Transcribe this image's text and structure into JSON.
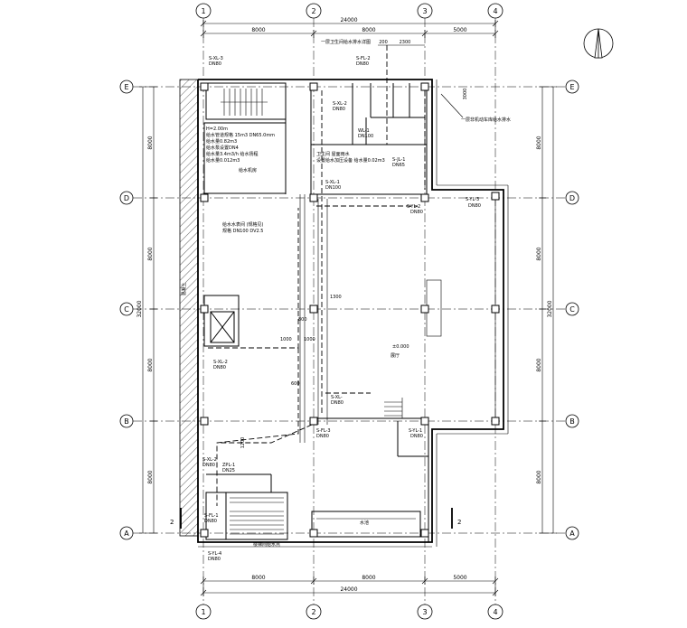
{
  "grid": {
    "columns": [
      "1",
      "2",
      "3",
      "4"
    ],
    "rows": [
      "E",
      "D",
      "C",
      "B",
      "A"
    ]
  },
  "dimensions": {
    "top_total": "24000",
    "top_spans": [
      "8000",
      "8000",
      "5000"
    ],
    "bottom_total": "24000",
    "bottom_spans": [
      "8000",
      "8000",
      "5000"
    ],
    "left_total": "32000",
    "left_spans": [
      "8000",
      "8000",
      "8000",
      "8000"
    ],
    "right_total": "32000",
    "right_spans": [
      "8000",
      "8000",
      "8000",
      "8000"
    ],
    "top_small": [
      "200",
      "2300"
    ],
    "right_small": "3000",
    "inner": [
      "1000",
      "1000",
      "600",
      "1200",
      "1300",
      "800"
    ]
  },
  "pipe_labels": {
    "sxl3": {
      "name": "S-XL-3",
      "dn": "DN80"
    },
    "sfl2": {
      "name": "S-FL-2",
      "dn": "DN80"
    },
    "sxl2_top": {
      "name": "S-XL-2",
      "dn": "DN80"
    },
    "wl1": {
      "name": "WL-1",
      "dn": "DN100"
    },
    "sjl1": {
      "name": "S-JL-1",
      "dn": "DN65"
    },
    "sxl1_mid": {
      "name": "S-XL-1",
      "dn": "DN100"
    },
    "syl2": {
      "name": "S-YL-2",
      "dn": "DN80"
    },
    "syl3_r": {
      "name": "S-YL-3",
      "dn": "DN80"
    },
    "sxl2_left": {
      "name": "S-XL-2",
      "dn": "DN80"
    },
    "sxl_c": {
      "name": "S-XL-",
      "dn": "DN80"
    },
    "sfl3": {
      "name": "S-FL-3",
      "dn": "DN80"
    },
    "syl1": {
      "name": "S-YL-1",
      "dn": "DN80"
    },
    "sxl2_bl": {
      "name": "S-XL-2",
      "dn": "DN80"
    },
    "zpl1": {
      "name": "ZPL-1",
      "dn": "DN25"
    },
    "sfl1": {
      "name": "S-FL-1",
      "dn": "DN80"
    },
    "syl4": {
      "name": "S-YL-4",
      "dn": "DN80"
    }
  },
  "notes": {
    "top_center": "一层卫生间给水排水详图",
    "top_right": "一层非机动车库给水排水",
    "room_elev": "H=2.00m",
    "room_lines": [
      "给水管道规格 15m3  DN65.0mm",
      "给水量0.82m3",
      "给水泵设置DN4",
      "给水量3.4m3/h 给水扬程",
      "给水量0.012m3"
    ],
    "room_tag": "给水机房",
    "mid_note1": "卫生间 屋面雨水",
    "mid_note2": "设置给水加压设备 给水量0.02m3",
    "left_note": "给水水表间 (规格见)",
    "left_note2": "规格 DN100 DV2.5",
    "hall_elev": "±0.000",
    "hall_name": "展厅",
    "stair_note": "楼梯间给水点",
    "side_text": "混凝土",
    "section_mark": "2",
    "bottom_room": "水池"
  }
}
